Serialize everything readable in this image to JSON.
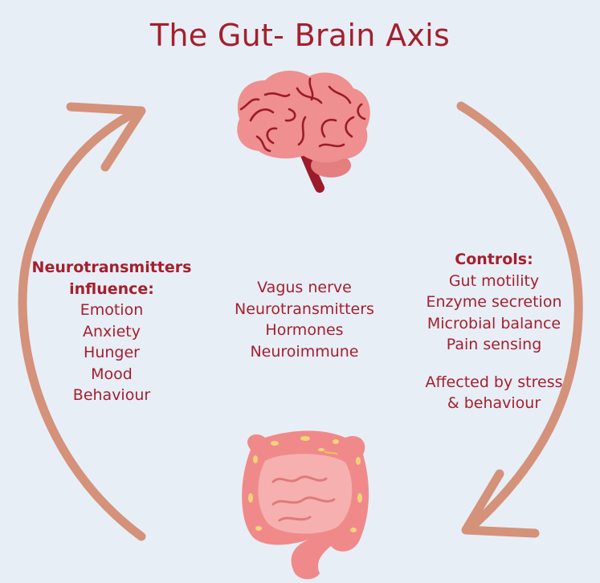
{
  "title": "The Gut- Brain Axis",
  "left": {
    "heading_line1": "Neurotransmitters",
    "heading_line2": "influence:",
    "items": [
      "Emotion",
      "Anxiety",
      "Hunger",
      "Mood",
      "Behaviour"
    ]
  },
  "center": {
    "items": [
      "Vagus nerve",
      "Neurotransmitters",
      "Hormones",
      "Neuroimmune"
    ]
  },
  "right": {
    "heading": "Controls:",
    "items": [
      "Gut motility",
      "Enzyme secretion",
      "Microbial balance",
      "Pain sensing"
    ],
    "note_line1": "Affected by stress",
    "note_line2": "& behaviour"
  },
  "icons": {
    "brain": "brain-icon",
    "gut": "intestine-icon",
    "arrow_left": "curved-arrow-up-icon",
    "arrow_right": "curved-arrow-down-icon"
  },
  "colors": {
    "background": "#e8eef6",
    "text": "#a51f2d",
    "arrow": "#d4927a",
    "brain": "#ef8f8f",
    "brain_lines": "#9b1b2a",
    "gut": "#f08a8a",
    "gut_inner": "#f6b0b0",
    "gut_spots": "#f2d37a"
  }
}
